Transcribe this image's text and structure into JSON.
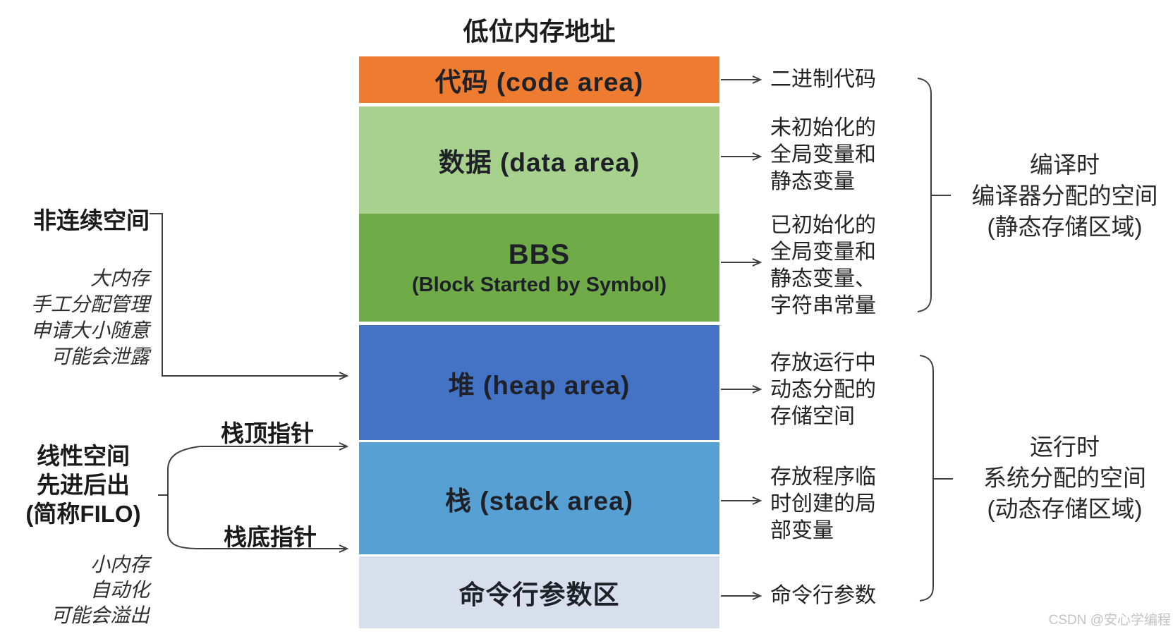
{
  "title": "低位内存地址",
  "blocks": [
    {
      "label": "代码 (code area)",
      "color": "#ED7C31"
    },
    {
      "label": "数据 (data area)",
      "color": "#A9D18E"
    },
    {
      "label": "BBS",
      "sublabel": "(Block Started by Symbol)",
      "color": "#6FAC47"
    },
    {
      "label": "堆 (heap area)",
      "color": "#4472C4"
    },
    {
      "label": "栈 (stack area)",
      "color": "#57A0D4"
    },
    {
      "label": "命令行参数区",
      "color": "#D7DEEC"
    }
  ],
  "right_annotations": {
    "code": "二进制代码",
    "data": "未初始化的\n全局变量和\n静态变量",
    "bss": "已初始化的\n全局变量和\n静态变量、\n字符串常量",
    "heap": "存放运行中\n动态分配的\n存储空间",
    "stack": "存放程序临\n时创建的局\n部变量",
    "cmdline": "命令行参数"
  },
  "group_labels": {
    "compile_time": "编译时\n编译器分配的空间\n(静态存储区域)",
    "run_time": "运行时\n系统分配的空间\n(动态存储区域)"
  },
  "left_annotations": {
    "heap_title": "非连续空间",
    "heap_notes": "大内存\n手工分配管理\n申请大小随意\n可能会泄露",
    "stack_top_pointer": "栈顶指针",
    "stack_title": "线性空间\n先进后出\n(简称FILO)",
    "stack_bottom_pointer": "栈底指针",
    "stack_notes": "小内存\n自动化\n可能会溢出"
  },
  "watermark": "CSDN @安心学编程",
  "colors": {
    "connector": "#3F3F3F",
    "block_text": "#1E2127",
    "background": "#FFFFFF",
    "watermark_text": "#C3C3C7"
  }
}
